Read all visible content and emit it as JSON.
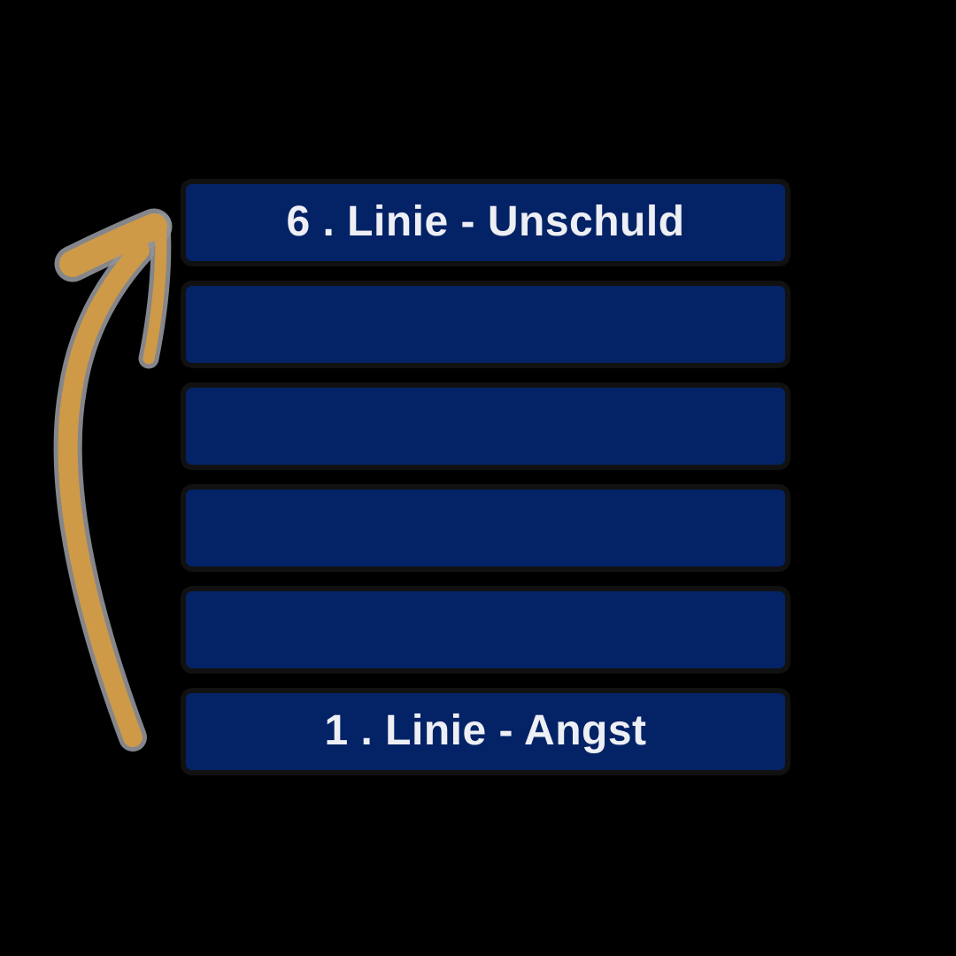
{
  "canvas": {
    "background_color": "#000000"
  },
  "bars": {
    "fill_color": "#042366",
    "text_color": "#EDEFF4",
    "labels": [
      "6 . Linie - Unschuld",
      "",
      "",
      "",
      "",
      "1 . Linie - Angst"
    ]
  },
  "arrow": {
    "description": "hand-drawn curved arrow pointing from bottom bar up to top bar",
    "direction": "bottom-to-top",
    "color": "#CE9A48",
    "outline_color": "#93959A"
  }
}
